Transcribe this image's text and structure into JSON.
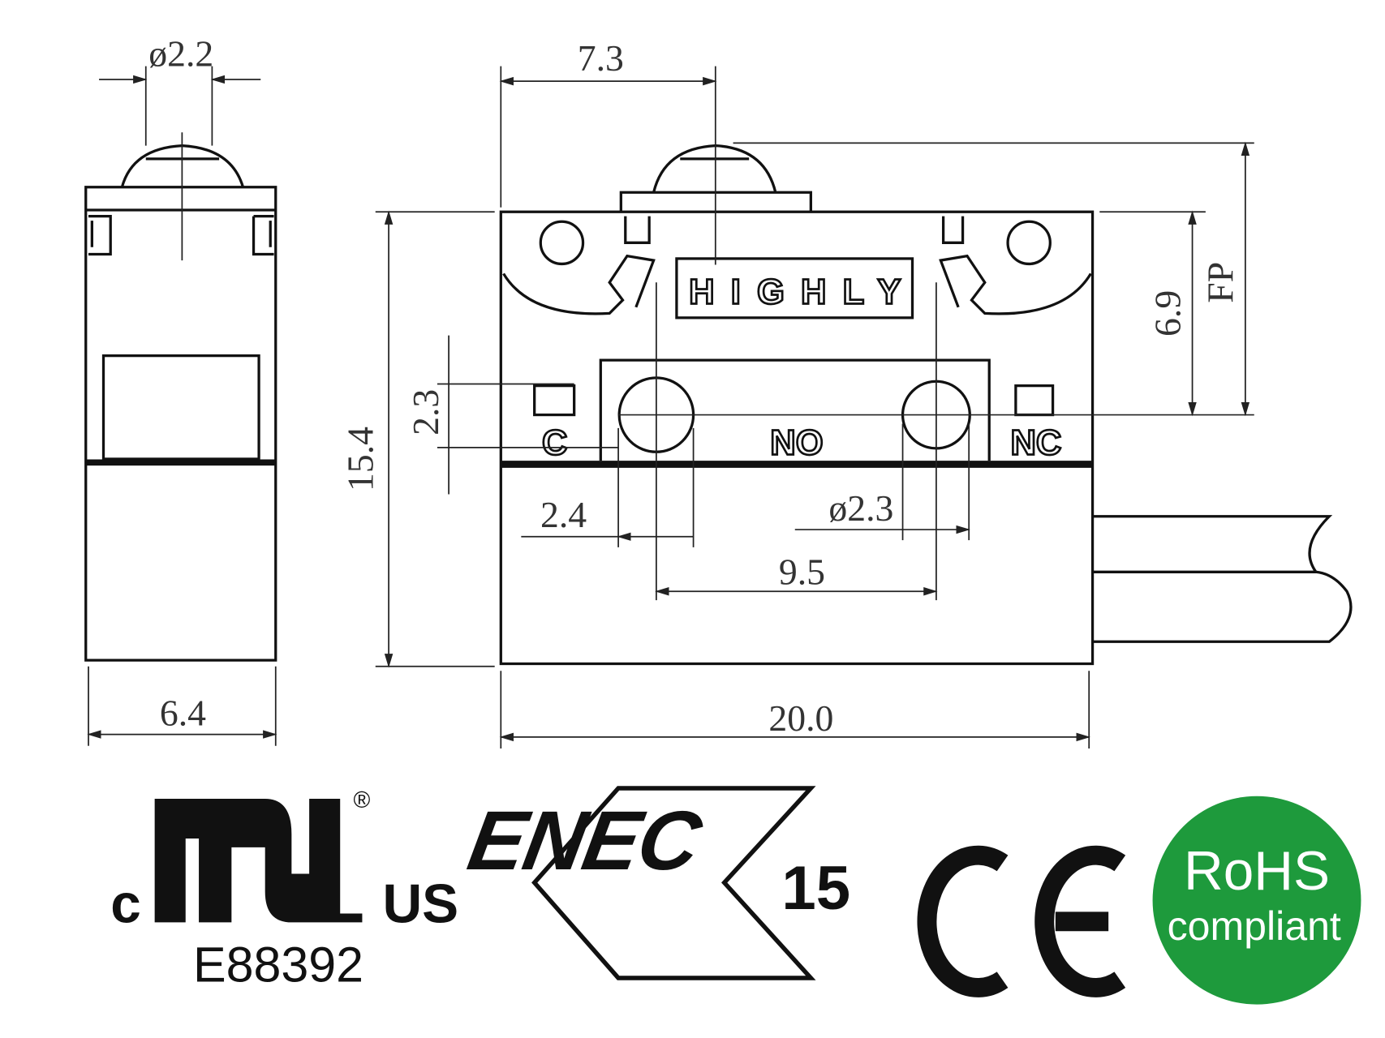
{
  "brand_label": "HIGHLY",
  "terminals": {
    "common": "C",
    "normally_open": "NO",
    "normally_closed": "NC"
  },
  "dimensions": {
    "plunger_diameter": "ø2.2",
    "plunger_offset": "7.3",
    "side_width": "6.4",
    "body_length": "20.0",
    "body_height": "15.4",
    "terminal_height": "2.3",
    "free_position_height": "6.9",
    "free_position_label": "FP",
    "hole_edge_offset": "2.4",
    "hole_diameter": "ø2.3",
    "hole_spacing": "9.5"
  },
  "certifications": {
    "ul": {
      "prefix": "c",
      "suffix": "US",
      "registered": "®",
      "file_number": "E88392"
    },
    "enec": {
      "letters": "ENEC",
      "number": "15"
    },
    "ce": "CE",
    "rohs": {
      "line1": "RoHS",
      "line2": "compliant",
      "color": "#1e9a3c"
    }
  }
}
